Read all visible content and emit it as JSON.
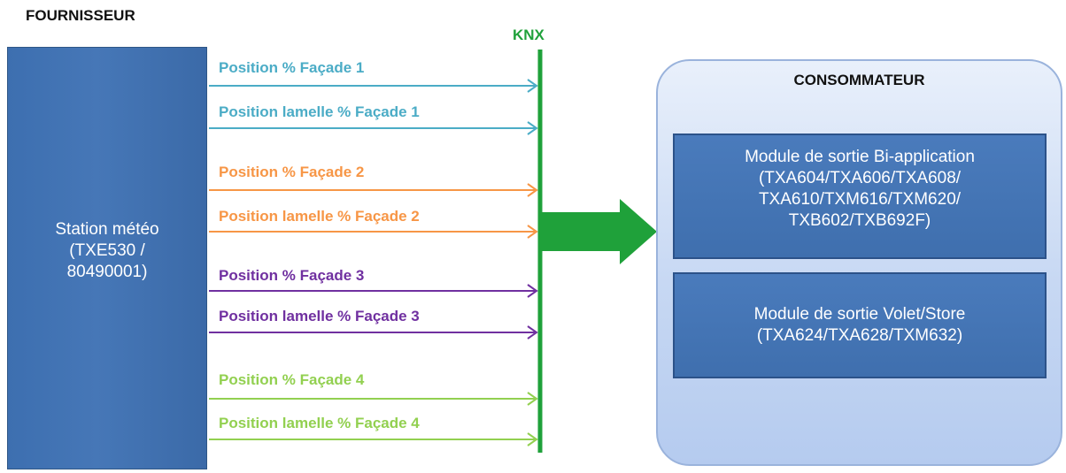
{
  "supplier_title": "FOURNISSEUR",
  "bus_label": "KNX",
  "station": {
    "lines": [
      "Station météo",
      "(TXE530 /",
      "80490001)"
    ]
  },
  "signals": [
    {
      "label": "Position % Façade 1",
      "color": "#4bacc6"
    },
    {
      "label": "Position lamelle % Façade 1",
      "color": "#4bacc6"
    },
    {
      "label": "Position % Façade 2",
      "color": "#f79646"
    },
    {
      "label": "Position lamelle % Façade 2",
      "color": "#f79646"
    },
    {
      "label": "Position % Façade 3",
      "color": "#7030a0"
    },
    {
      "label": "Position lamelle % Façade 3",
      "color": "#7030a0"
    },
    {
      "label": "Position % Façade 4",
      "color": "#92d050"
    },
    {
      "label": "Position lamelle % Façade 4",
      "color": "#92d050"
    }
  ],
  "bus_color": "#1fa13a",
  "consumer": {
    "title": "CONSOMMATEUR",
    "module_bi": {
      "lines": [
        "Module de sortie Bi-application",
        "(TXA604/TXA606/TXA608/",
        "TXA610/TXM616/TXM620/",
        "TXB602/TXB692F)"
      ]
    },
    "module_volet": {
      "lines": [
        "Module de sortie Volet/Store",
        "(TXA624/TXA628/TXM632)"
      ]
    }
  }
}
